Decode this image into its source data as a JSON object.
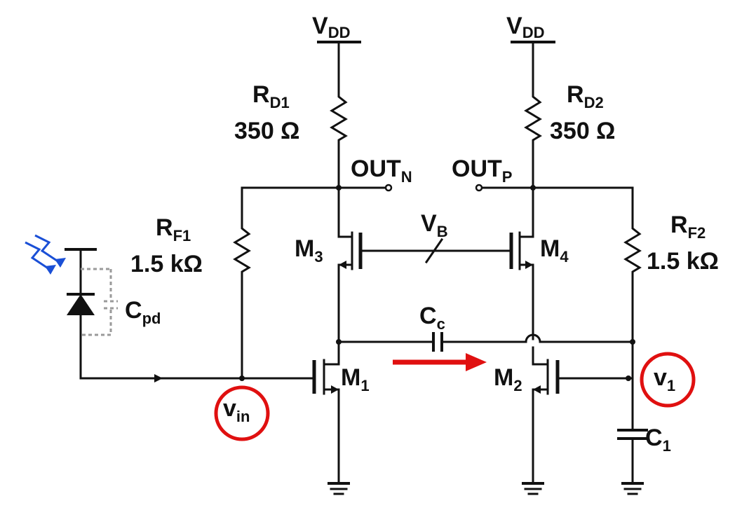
{
  "labels": {
    "vdd_left": {
      "main": "V",
      "sub": "DD"
    },
    "vdd_right": {
      "main": "V",
      "sub": "DD"
    },
    "rd1": {
      "main": "R",
      "sub": "D1",
      "value": "350 Ω"
    },
    "rd2": {
      "main": "R",
      "sub": "D2",
      "value": "350 Ω"
    },
    "out_n": {
      "main": "OUT",
      "sub": "N"
    },
    "out_p": {
      "main": "OUT",
      "sub": "P"
    },
    "rf1": {
      "main": "R",
      "sub": "F1",
      "value": "1.5 kΩ"
    },
    "rf2": {
      "main": "R",
      "sub": "F2",
      "value": "1.5 kΩ"
    },
    "vb": {
      "main": "V",
      "sub": "B"
    },
    "m3": {
      "main": "M",
      "sub": "3"
    },
    "m4": {
      "main": "M",
      "sub": "4"
    },
    "cc": {
      "main": "C",
      "sub": "c"
    },
    "cpd": {
      "main": "C",
      "sub": "pd"
    },
    "m1": {
      "main": "M",
      "sub": "1"
    },
    "m2": {
      "main": "M",
      "sub": "2"
    },
    "vin": {
      "main": "v",
      "sub": "in"
    },
    "v1": {
      "main": "v",
      "sub": "1"
    },
    "c1": {
      "main": "C",
      "sub": "1"
    }
  },
  "colors": {
    "wire": "#111111",
    "highlight": "#e01010",
    "light": "#1a4fd6",
    "parasitic": "#999999"
  }
}
